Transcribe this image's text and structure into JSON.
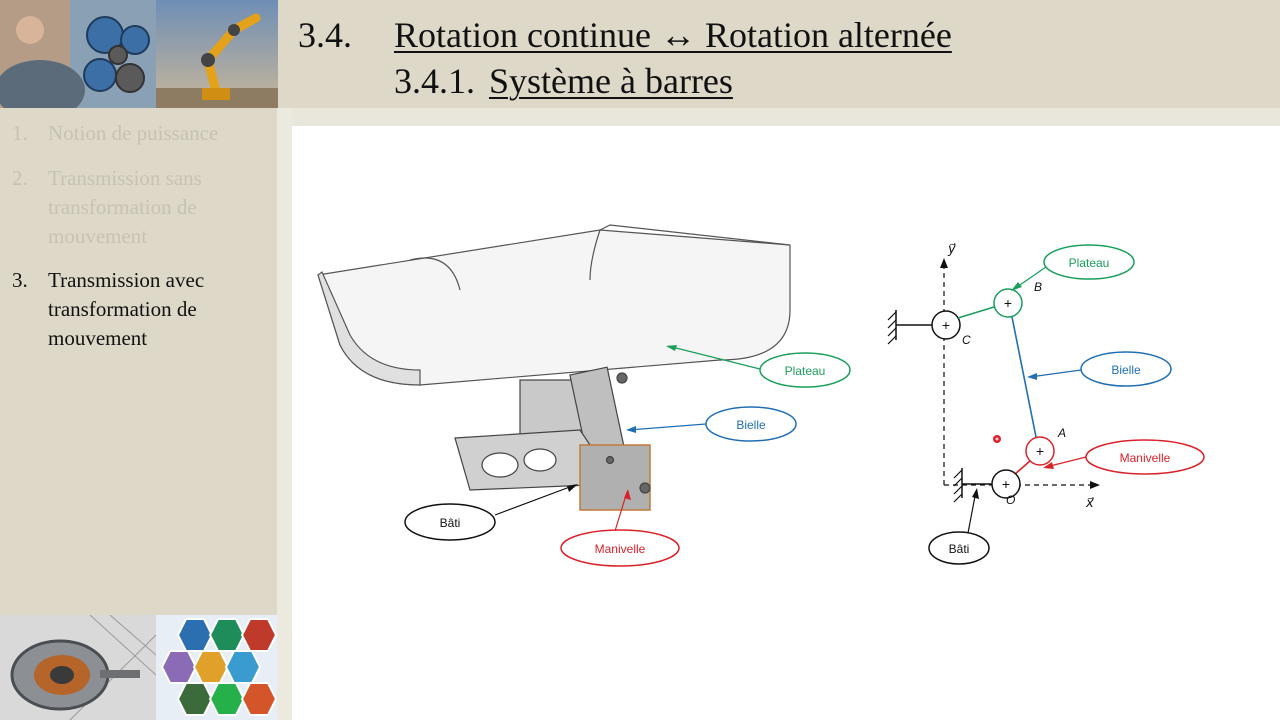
{
  "header": {
    "section_number": "3.4.",
    "section_title": "Rotation continue ↔ Rotation alternée",
    "subsection_number": "3.4.1.",
    "subsection_title": "Système à barres"
  },
  "sidebar": {
    "items": [
      {
        "number": "1.",
        "label": "Notion de puissance"
      },
      {
        "number": "2.",
        "label": "Transmission sans transformation de mouvement"
      },
      {
        "number": "3.",
        "label": "Transmission avec transformation de mouvement"
      }
    ]
  },
  "cad_figure": {
    "labels": {
      "plateau": "Plateau",
      "bielle": "Bielle",
      "bati": "Bâti",
      "manivelle": "Manivelle"
    }
  },
  "kinematic_diagram": {
    "labels": {
      "plateau": "Plateau",
      "bielle": "Bielle",
      "manivelle": "Manivelle",
      "bati": "Bâti"
    },
    "points": {
      "a": "A",
      "b": "B",
      "c": "C",
      "o": "O"
    },
    "axes": {
      "x": "x⃗",
      "y": "y⃗"
    }
  },
  "colors": {
    "plateau": "#1a9f5a",
    "bielle": "#1f6fb2",
    "manivelle": "#d8232a",
    "bati": "#111111"
  }
}
